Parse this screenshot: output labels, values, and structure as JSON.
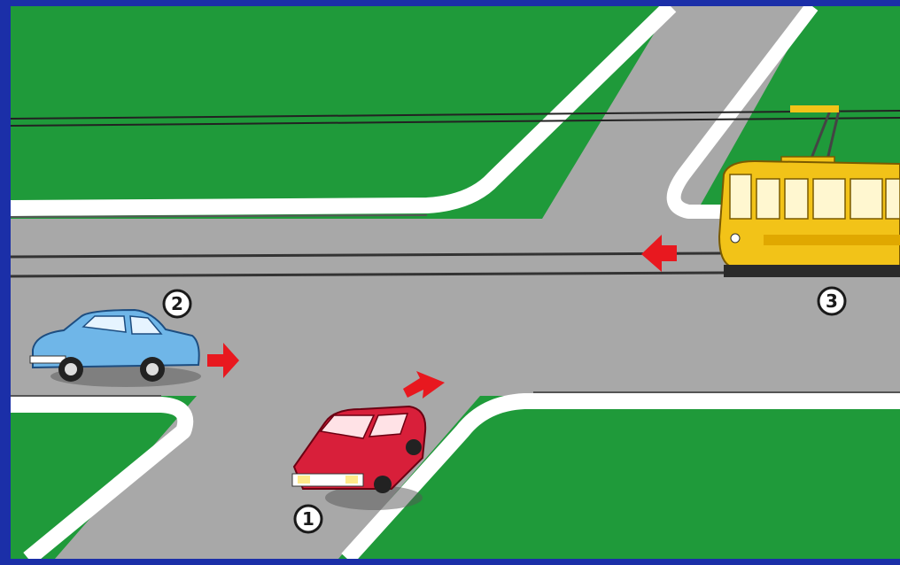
{
  "scene": {
    "description_free": true,
    "colors": {
      "frame": "#1b2fa8",
      "grass": "#1f9a3a",
      "road": "#a8a8a8",
      "curb": "#ffffff",
      "tram_body": "#f2c318",
      "car_1": "#d81f3a",
      "car_2": "#6fb6e8",
      "arrow": "#e8181f"
    }
  },
  "vehicles": {
    "car_1": {
      "number": "1",
      "direction": "right-up"
    },
    "car_2": {
      "number": "2",
      "direction": "right"
    },
    "tram_3": {
      "number": "3",
      "direction": "left"
    }
  }
}
